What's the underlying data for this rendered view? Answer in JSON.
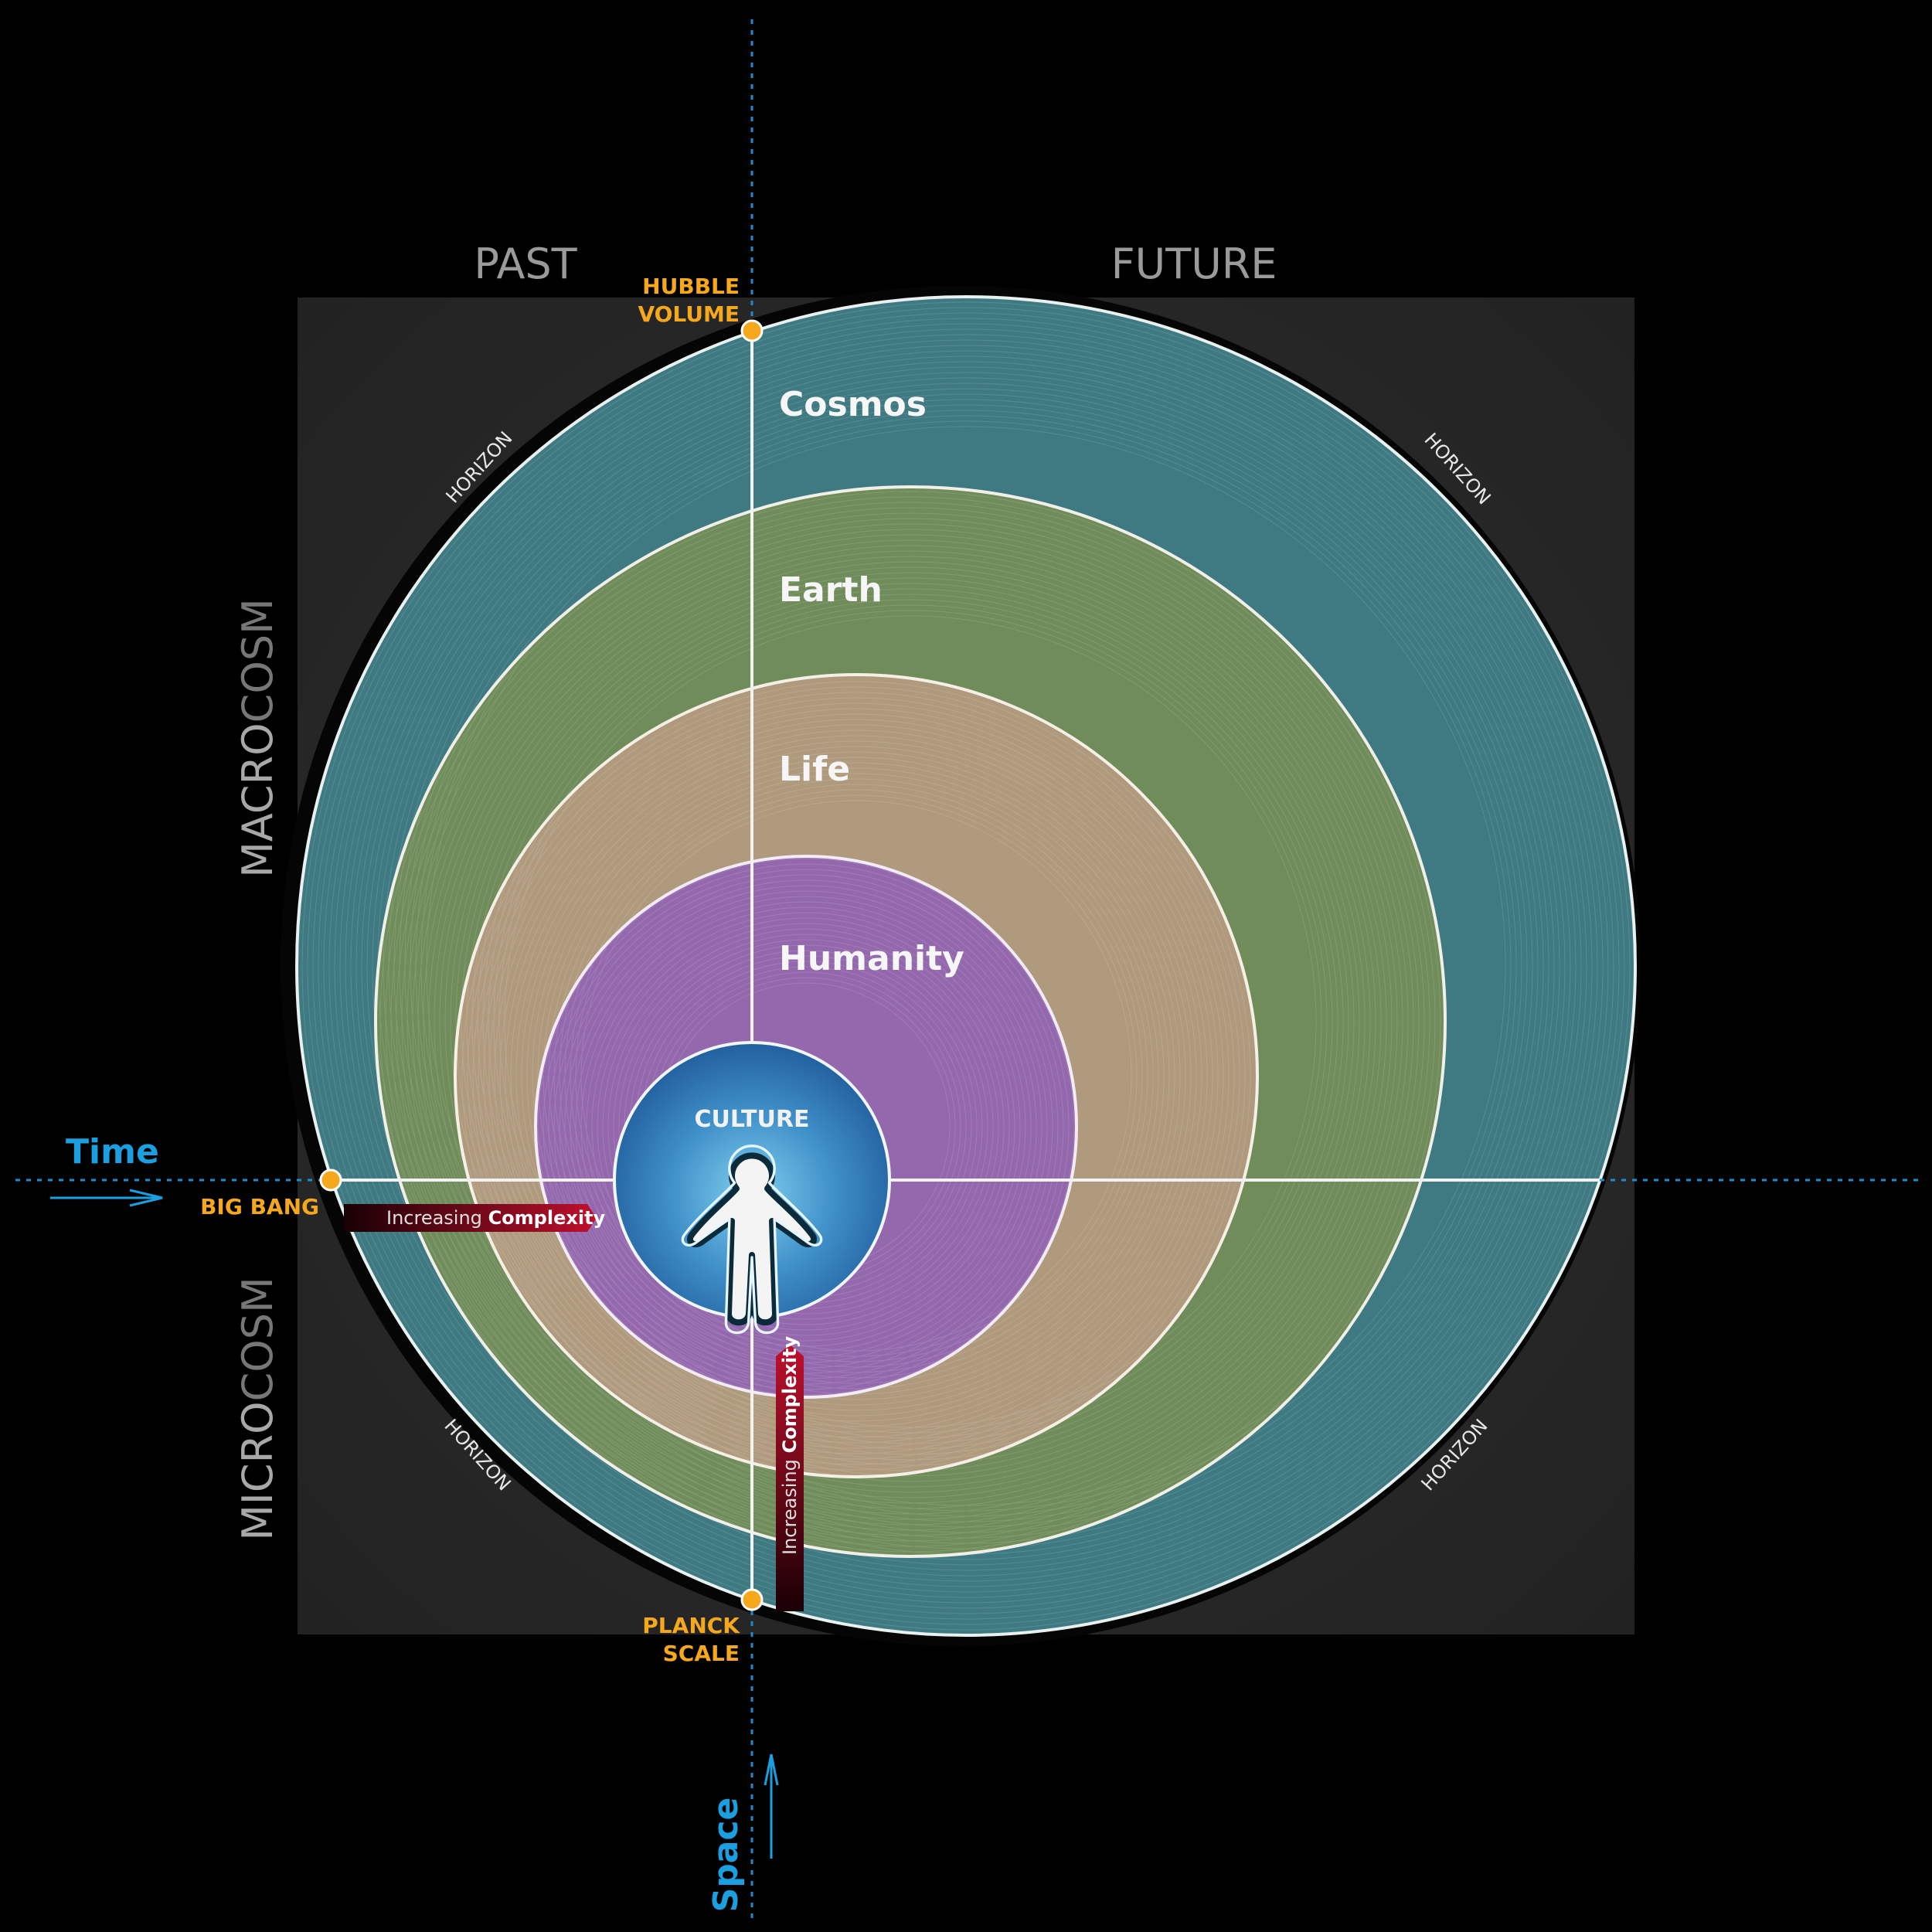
{
  "labels": {
    "past": "PAST",
    "future": "FUTURE",
    "macro_bold": "MACRO",
    "macro_light": "COSM",
    "micro_bold": "MICRO",
    "micro_light": "COSM",
    "time": "Time",
    "space": "Space",
    "hubble_line1": "HUBBLE",
    "hubble_line2": "VOLUME",
    "big_bang": "BIG BANG",
    "planck_line1": "PLANCK",
    "planck_line2": "SCALE",
    "horizon": "HORIZON",
    "complexity_light": "Increasing",
    "complexity_bold": "Complexity"
  },
  "rings": {
    "cosmos": "Cosmos",
    "earth": "Earth",
    "life": "Life",
    "humanity": "Humanity",
    "culture": "CULTURE"
  },
  "colors": {
    "cosmos": "#3f7a82",
    "earth": "#6f8c5a",
    "life": "#b09a7e",
    "humanity": "#9468ad",
    "culture_inner": "#5fb6dc",
    "culture_outer": "#2a6aa8",
    "accent_orange": "#f5a81c",
    "accent_blue": "#1a9fe0",
    "complexity_red": "#b3102a",
    "panel": "#262626"
  }
}
